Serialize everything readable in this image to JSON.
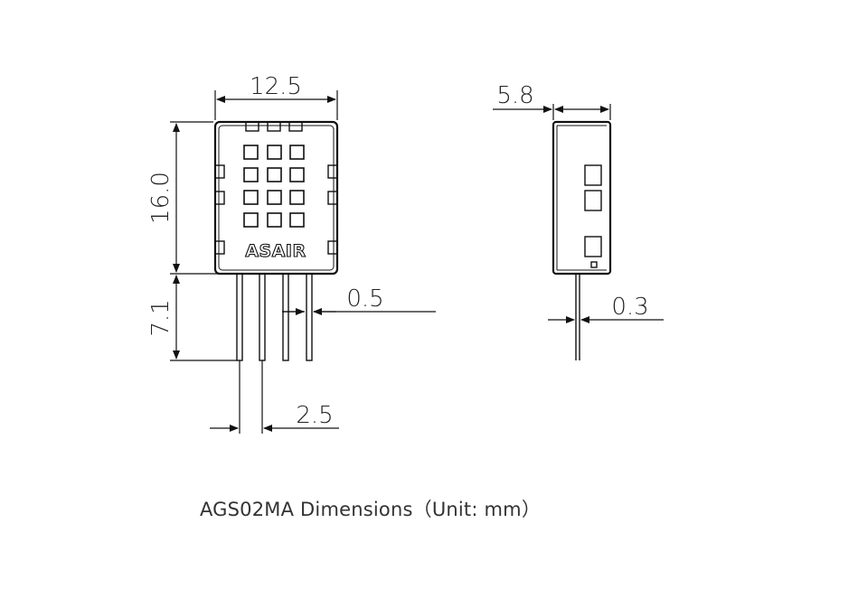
{
  "diagram": {
    "title": "AGS02MA Dimensions（Unit: mm）",
    "brand_mark": "ASAIR",
    "front_view": {
      "width_label": "12.5",
      "height_label": "16.0",
      "pin_length_label": "7.1",
      "pin_width_label": "0.5",
      "pin_pitch_label": "2.5"
    },
    "side_view": {
      "depth_label": "5.8",
      "pin_thickness_label": "0.3"
    }
  }
}
